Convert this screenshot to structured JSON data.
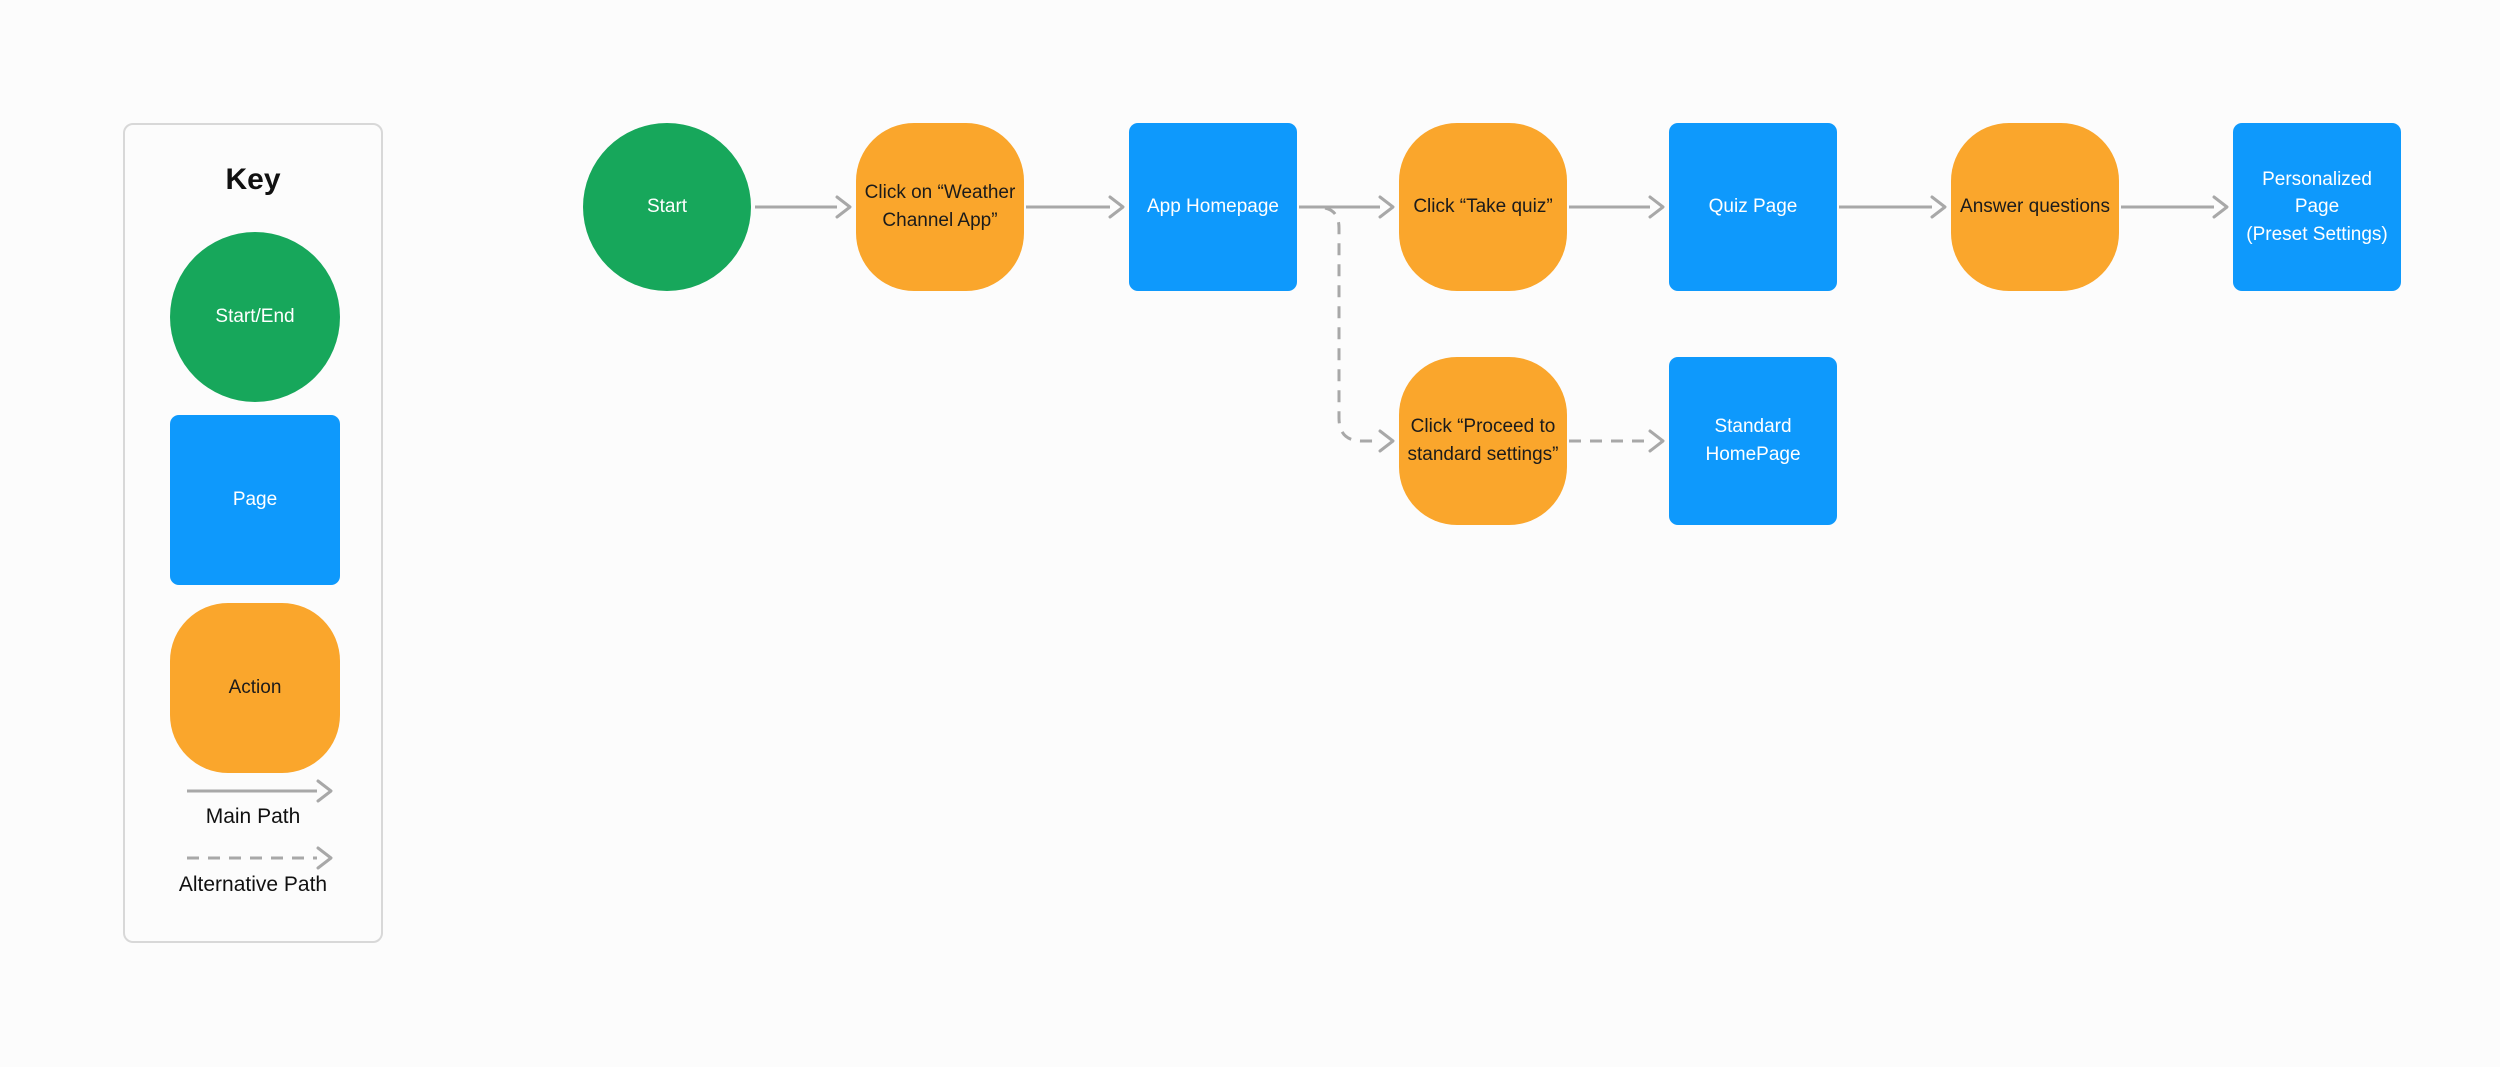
{
  "canvas": {
    "background": "#FCFCFC"
  },
  "colors": {
    "start_end": "#17A75B",
    "page_color": "#0E99FC",
    "action": "#FAA62C",
    "connector": "#A8A8A8",
    "key_border": "#D8D8D8",
    "text_dark": "#1B1B1B",
    "text_light": "#FFFFFF"
  },
  "key": {
    "title": "Key",
    "shapes": [
      {
        "type": "start-end",
        "label": "Start/End"
      },
      {
        "type": "page",
        "label": "Page"
      },
      {
        "type": "action",
        "label": "Action"
      }
    ],
    "paths": [
      {
        "style": "solid",
        "label": "Main Path"
      },
      {
        "style": "dashed",
        "label": "Alternative Path"
      }
    ]
  },
  "flow": {
    "nodes": [
      {
        "id": "start",
        "type": "start-end",
        "label": "Start"
      },
      {
        "id": "click-weather-channel-app",
        "type": "action",
        "label": "Click on “Weather\nChannel App”"
      },
      {
        "id": "app-homepage",
        "type": "page",
        "label": "App Homepage"
      },
      {
        "id": "click-take-quiz",
        "type": "action",
        "label": "Click “Take quiz”"
      },
      {
        "id": "quiz-page",
        "type": "page",
        "label": "Quiz Page"
      },
      {
        "id": "answer-questions",
        "type": "action",
        "label": "Answer questions"
      },
      {
        "id": "personalized-page",
        "type": "page",
        "label": "Personalized Page\n(Preset Settings)"
      },
      {
        "id": "click-proceed-standard-settings",
        "type": "action",
        "label": "Click “Proceed to\nstandard settings”"
      },
      {
        "id": "standard-homepage",
        "type": "page",
        "label": "Standard\nHomePage"
      }
    ]
  }
}
